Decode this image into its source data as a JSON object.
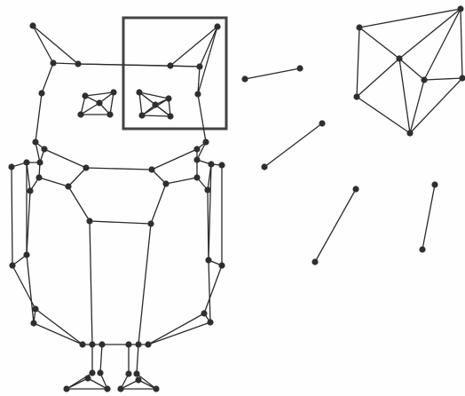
{
  "figure": {
    "caption": "",
    "colors": {
      "background": "#fefefe",
      "stroke": "#2a2a2a",
      "node_fill": "#2f2f2f",
      "highlight_box": "#444444"
    },
    "panels": [
      {
        "name": "owl-graph"
      },
      {
        "name": "zoomed-subgraph"
      },
      {
        "name": "loose-edges"
      }
    ],
    "node_count": 68,
    "edge_count": 101
  }
}
